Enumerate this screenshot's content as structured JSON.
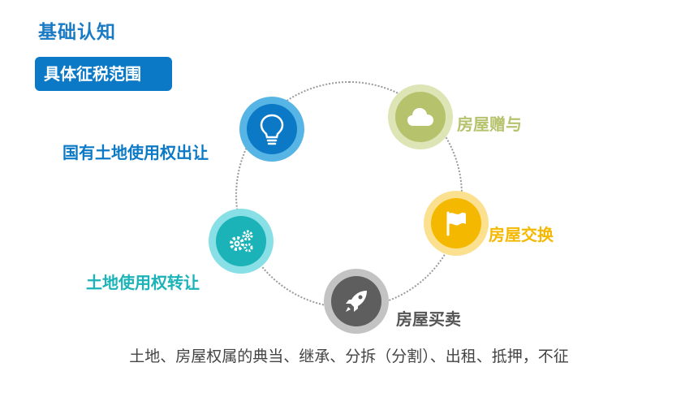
{
  "header": {
    "title": "基础认知",
    "subtitle": "具体征税范围"
  },
  "items": [
    {
      "label": "国有土地使用权出让",
      "icon": "lightbulb-icon",
      "color": "#0b79c5",
      "ring_color": "#57b5e6"
    },
    {
      "label": "房屋赠与",
      "icon": "cloud-icon",
      "color": "#b6c36c",
      "ring_color": "#dde4b5"
    },
    {
      "label": "房屋交换",
      "icon": "flag-icon",
      "color": "#f5b800",
      "ring_color": "#fbe08f"
    },
    {
      "label": "房屋买卖",
      "icon": "rocket-icon",
      "color": "#5e5e5e",
      "ring_color": "#c3c3c3"
    },
    {
      "label": "土地使用权转让",
      "icon": "gears-icon",
      "color": "#1bb3b8",
      "ring_color": "#89dfe6"
    }
  ],
  "footer": {
    "note": "土地、房屋权属的典当、继承、分拆（分割）、出租、抵押，不征"
  }
}
